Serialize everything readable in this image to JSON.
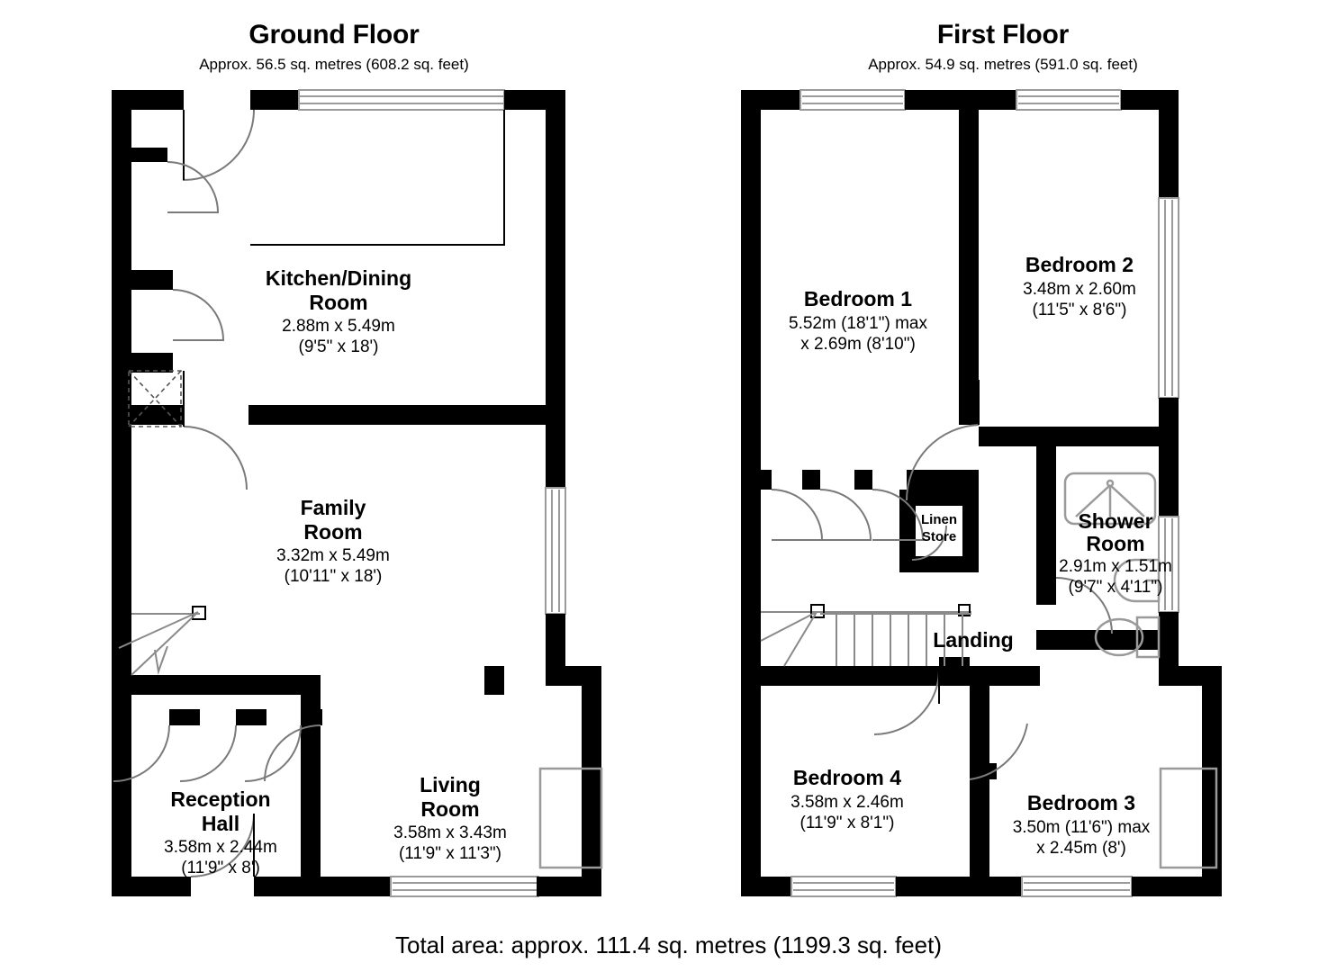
{
  "document": {
    "type": "floor-plan",
    "total_area": "Total area: approx. 111.4 sq. metres (1199.3 sq. feet)"
  },
  "floors": [
    {
      "id": "ground",
      "title": "Ground Floor",
      "area": "Approx. 56.5 sq. metres (608.2 sq. feet)",
      "rooms": [
        {
          "key": "kitchen-dining",
          "name_line1": "Kitchen/Dining",
          "name_line2": "Room",
          "dim_metric": "2.88m x 5.49m",
          "dim_imperial": "(9'5\" x 18')"
        },
        {
          "key": "family-room",
          "name_line1": "Family",
          "name_line2": "Room",
          "dim_metric": "3.32m x 5.49m",
          "dim_imperial": "(10'11\" x 18')"
        },
        {
          "key": "reception-hall",
          "name_line1": "Reception",
          "name_line2": "Hall",
          "dim_metric": "3.58m x 2.44m",
          "dim_imperial": "(11'9\" x 8')"
        },
        {
          "key": "living-room",
          "name_line1": "Living",
          "name_line2": "Room",
          "dim_metric": "3.58m x 3.43m",
          "dim_imperial": "(11'9\" x 11'3\")"
        }
      ]
    },
    {
      "id": "first",
      "title": "First Floor",
      "area": "Approx. 54.9 sq. metres (591.0 sq. feet)",
      "rooms": [
        {
          "key": "bedroom-1",
          "name_line1": "Bedroom 1",
          "name_line2": "",
          "dim_metric": "5.52m (18'1\") max",
          "dim_imperial": "x 2.69m (8'10\")"
        },
        {
          "key": "bedroom-2",
          "name_line1": "Bedroom 2",
          "name_line2": "",
          "dim_metric": "3.48m x 2.60m",
          "dim_imperial": "(11'5\" x 8'6\")"
        },
        {
          "key": "shower-room",
          "name_line1": "Shower",
          "name_line2": "Room",
          "dim_metric": "2.91m x 1.51m",
          "dim_imperial": "(9'7\" x 4'11\")"
        },
        {
          "key": "bedroom-4",
          "name_line1": "Bedroom 4",
          "name_line2": "",
          "dim_metric": "3.58m x 2.46m",
          "dim_imperial": "(11'9\" x 8'1\")"
        },
        {
          "key": "bedroom-3",
          "name_line1": "Bedroom 3",
          "name_line2": "",
          "dim_metric": "3.50m (11'6\") max",
          "dim_imperial": "x 2.45m (8')"
        },
        {
          "key": "landing",
          "name_line1": "Landing",
          "name_line2": "",
          "dim_metric": "",
          "dim_imperial": ""
        },
        {
          "key": "linen-store",
          "name_line1": "Linen",
          "name_line2": "Store",
          "dim_metric": "",
          "dim_imperial": ""
        }
      ]
    }
  ],
  "colors": {
    "wall": "#000000",
    "background": "#ffffff",
    "fixture": "#9a9a9a",
    "door_arc": "#7a7a7a"
  }
}
